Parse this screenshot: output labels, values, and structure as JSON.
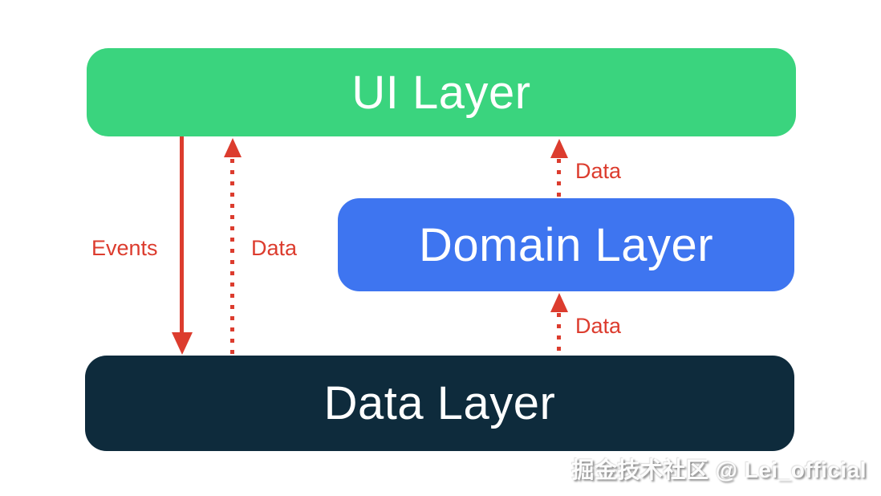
{
  "diagram": {
    "type": "architecture-layers",
    "layers": [
      {
        "id": "ui",
        "label": "UI Layer",
        "color": "#3ad47e",
        "text_color": "#ffffff"
      },
      {
        "id": "domain",
        "label": "Domain Layer",
        "color": "#3e75f0",
        "text_color": "#ffffff"
      },
      {
        "id": "data",
        "label": "Data Layer",
        "color": "#0e2b3c",
        "text_color": "#ffffff"
      }
    ],
    "arrow_color": "#dc3c2e",
    "arrows": [
      {
        "label": "Events",
        "style": "solid",
        "direction": "down",
        "from": "UI Layer",
        "to": "Data Layer"
      },
      {
        "label": "Data",
        "style": "dotted",
        "direction": "up",
        "from": "Data Layer",
        "to": "UI Layer"
      },
      {
        "label": "Data",
        "style": "dotted",
        "direction": "up",
        "from": "Domain Layer",
        "to": "UI Layer"
      },
      {
        "label": "Data",
        "style": "dotted",
        "direction": "up",
        "from": "Data Layer",
        "to": "Domain Layer"
      }
    ]
  },
  "watermark": {
    "text": "掘金技术社区 @ Lei_official"
  }
}
